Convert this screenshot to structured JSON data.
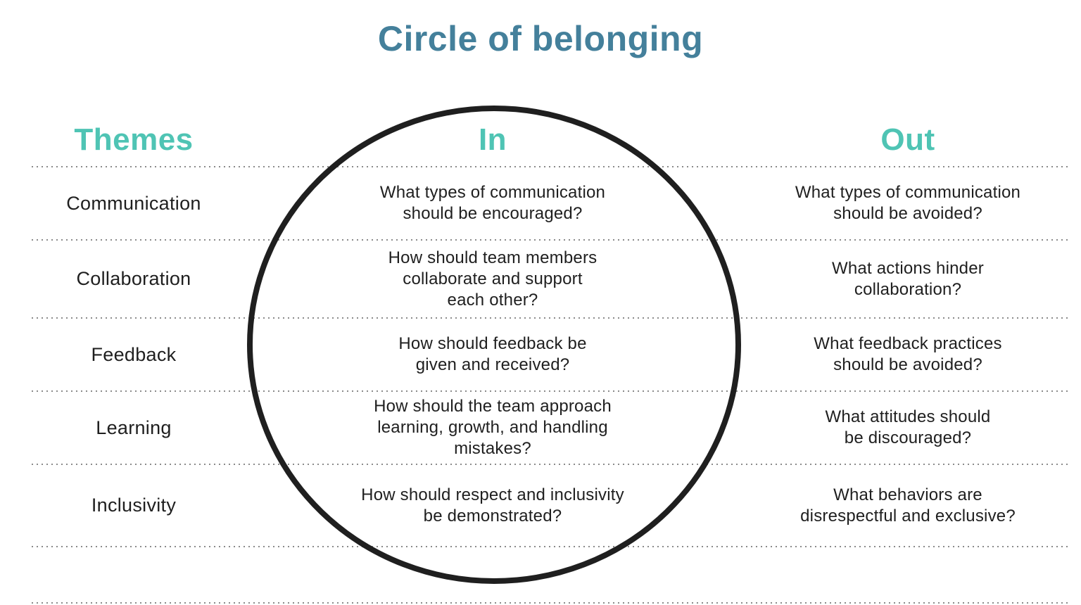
{
  "title": "Circle of belonging",
  "colors": {
    "title_color": "#44809b",
    "header_color": "#4fc4b4",
    "text_color": "#1f1f1f",
    "circle_color": "#1f1f1f",
    "dot_color": "#8a8a8a",
    "bg_color": "#ffffff"
  },
  "columns": {
    "themes": "Themes",
    "in": "In",
    "out": "Out"
  },
  "rows": [
    {
      "theme": "Communication",
      "in": "What types of communication\nshould be encouraged?",
      "out": "What types of communication\nshould be avoided?"
    },
    {
      "theme": "Collaboration",
      "in": "How should team members\ncollaborate and support\neach other?",
      "out": "What actions hinder\ncollaboration?"
    },
    {
      "theme": "Feedback",
      "in": "How should feedback be\ngiven and received?",
      "out": "What feedback practices\nshould be avoided?"
    },
    {
      "theme": "Learning",
      "in": "How should the team approach\nlearning, growth, and handling\nmistakes?",
      "out": "What attitudes should\nbe discouraged?"
    },
    {
      "theme": "Inclusivity",
      "in": "How should respect and inclusivity\nbe demonstrated?",
      "out": "What behaviors are\ndisrespectful and exclusive?"
    }
  ]
}
